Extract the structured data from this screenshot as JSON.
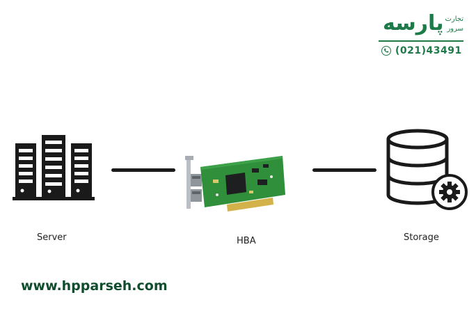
{
  "logo": {
    "brand_word": "پارسه",
    "tagline_line1": "تجارت",
    "tagline_line2": "سرور",
    "phone": "(021)43491"
  },
  "diagram": {
    "nodes": [
      {
        "id": "server",
        "label": "Server",
        "icon": "server-rack-icon"
      },
      {
        "id": "hba",
        "label": "HBA",
        "icon": "hba-card-icon"
      },
      {
        "id": "storage",
        "label": "Storage",
        "icon": "storage-database-gear-icon"
      }
    ]
  },
  "footer": {
    "website": "www.hpparseh.com"
  },
  "colors": {
    "brand_green": "#1f7a4a",
    "footer_green": "#0f4d2c",
    "pcb_green": "#2f8f3a",
    "icon_black": "#1a1a1a"
  }
}
